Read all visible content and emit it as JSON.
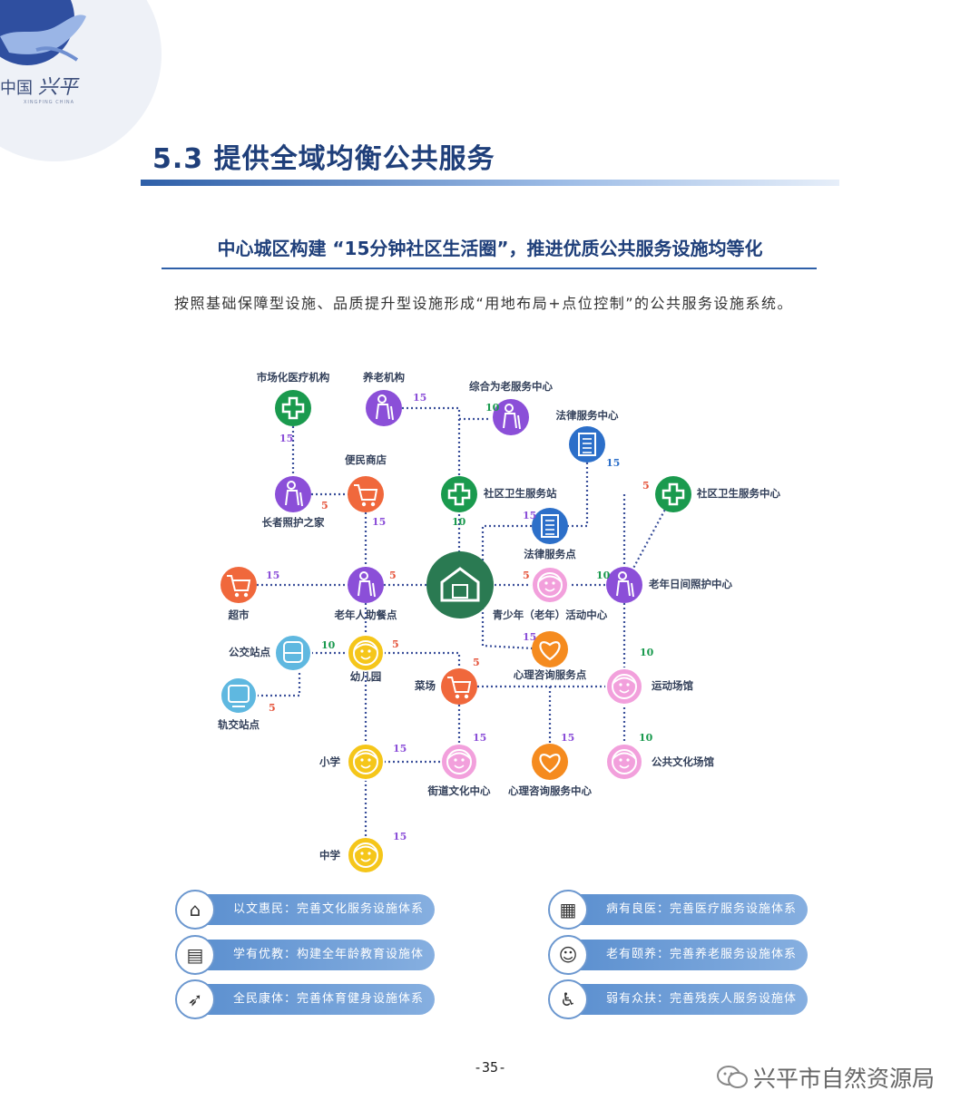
{
  "logo": {
    "text_cn": "中国",
    "text_script": "兴平",
    "text_en": "XINGPING CHINA"
  },
  "section_title": "5.3 提供全域均衡公共服务",
  "subtitle": "中心城区构建 “15分钟社区生活圈”，推进优质公共服务设施均等化",
  "body_text": "按照基础保障型设施、品质提升型设施形成“用地布局+点位控制”的公共服务设施系统。",
  "diagram": {
    "center_icon": "home-community-icon",
    "colors": {
      "green": "#1a9a4e",
      "purple": "#8b4fd8",
      "orange": "#f0683c",
      "blue": "#2c6fc9",
      "yellow": "#f5c61a",
      "pink": "#f2a0dc",
      "amber": "#f58b1f",
      "lightblue": "#5fb8e0",
      "line": "#3a4f9a"
    },
    "nodes": [
      {
        "label": "市场化医疗机构",
        "icon": "medical-cross-icon"
      },
      {
        "label": "养老机构",
        "icon": "elderly-icon"
      },
      {
        "label": "综合为老服务中心",
        "icon": "elderly-icon"
      },
      {
        "label": "法律服务中心",
        "icon": "document-icon"
      },
      {
        "label": "便民商店",
        "icon": "cart-icon"
      },
      {
        "label": "长者照护之家",
        "icon": "elderly-icon"
      },
      {
        "label": "社区卫生服务站",
        "icon": "medical-cross-icon"
      },
      {
        "label": "社区卫生服务中心",
        "icon": "medical-cross-icon"
      },
      {
        "label": "法律服务点",
        "icon": "document-icon"
      },
      {
        "label": "超市",
        "icon": "cart-icon"
      },
      {
        "label": "老年人助餐点",
        "icon": "elderly-icon"
      },
      {
        "label": "青少年（老年）活动中心",
        "icon": "smiley-icon"
      },
      {
        "label": "老年日间照护中心",
        "icon": "elderly-icon"
      },
      {
        "label": "公交站点",
        "icon": "bus-icon"
      },
      {
        "label": "幼儿园",
        "icon": "child-icon"
      },
      {
        "label": "心理咨询服务点",
        "icon": "heart-icon"
      },
      {
        "label": "轨交站点",
        "icon": "train-icon"
      },
      {
        "label": "菜场",
        "icon": "cart-icon"
      },
      {
        "label": "运动场馆",
        "icon": "smiley-icon"
      },
      {
        "label": "小学",
        "icon": "child-icon"
      },
      {
        "label": "街道文化中心",
        "icon": "smiley-icon"
      },
      {
        "label": "心理咨询服务中心",
        "icon": "heart-icon"
      },
      {
        "label": "公共文化场馆",
        "icon": "smiley-icon"
      },
      {
        "label": "中学",
        "icon": "child-icon"
      }
    ],
    "minutes": [
      "15",
      "15",
      "10",
      "15",
      "15",
      "5",
      "10",
      "5",
      "15",
      "15",
      "5",
      "5",
      "10",
      "10",
      "5",
      "15",
      "5",
      "5",
      "10",
      "15",
      "15",
      "15",
      "10",
      "15"
    ]
  },
  "pills": [
    {
      "text": "以文惠民：完善文化服务设施体系",
      "icon": "house-culture-icon"
    },
    {
      "text": "病有良医：完善医疗服务设施体系",
      "icon": "hospital-icon"
    },
    {
      "text": "学有优教：构建全年龄教育设施体系",
      "icon": "book-icon"
    },
    {
      "text": "老有颐养：完善养老服务设施体系",
      "icon": "elderly-couple-icon"
    },
    {
      "text": "全民康体：完善体育健身设施体系",
      "icon": "runner-icon"
    },
    {
      "text": "弱有众扶：完善残疾人服务设施体系",
      "icon": "wheelchair-icon"
    }
  ],
  "page_number": "-35-",
  "watermark": "兴平市自然资源局"
}
